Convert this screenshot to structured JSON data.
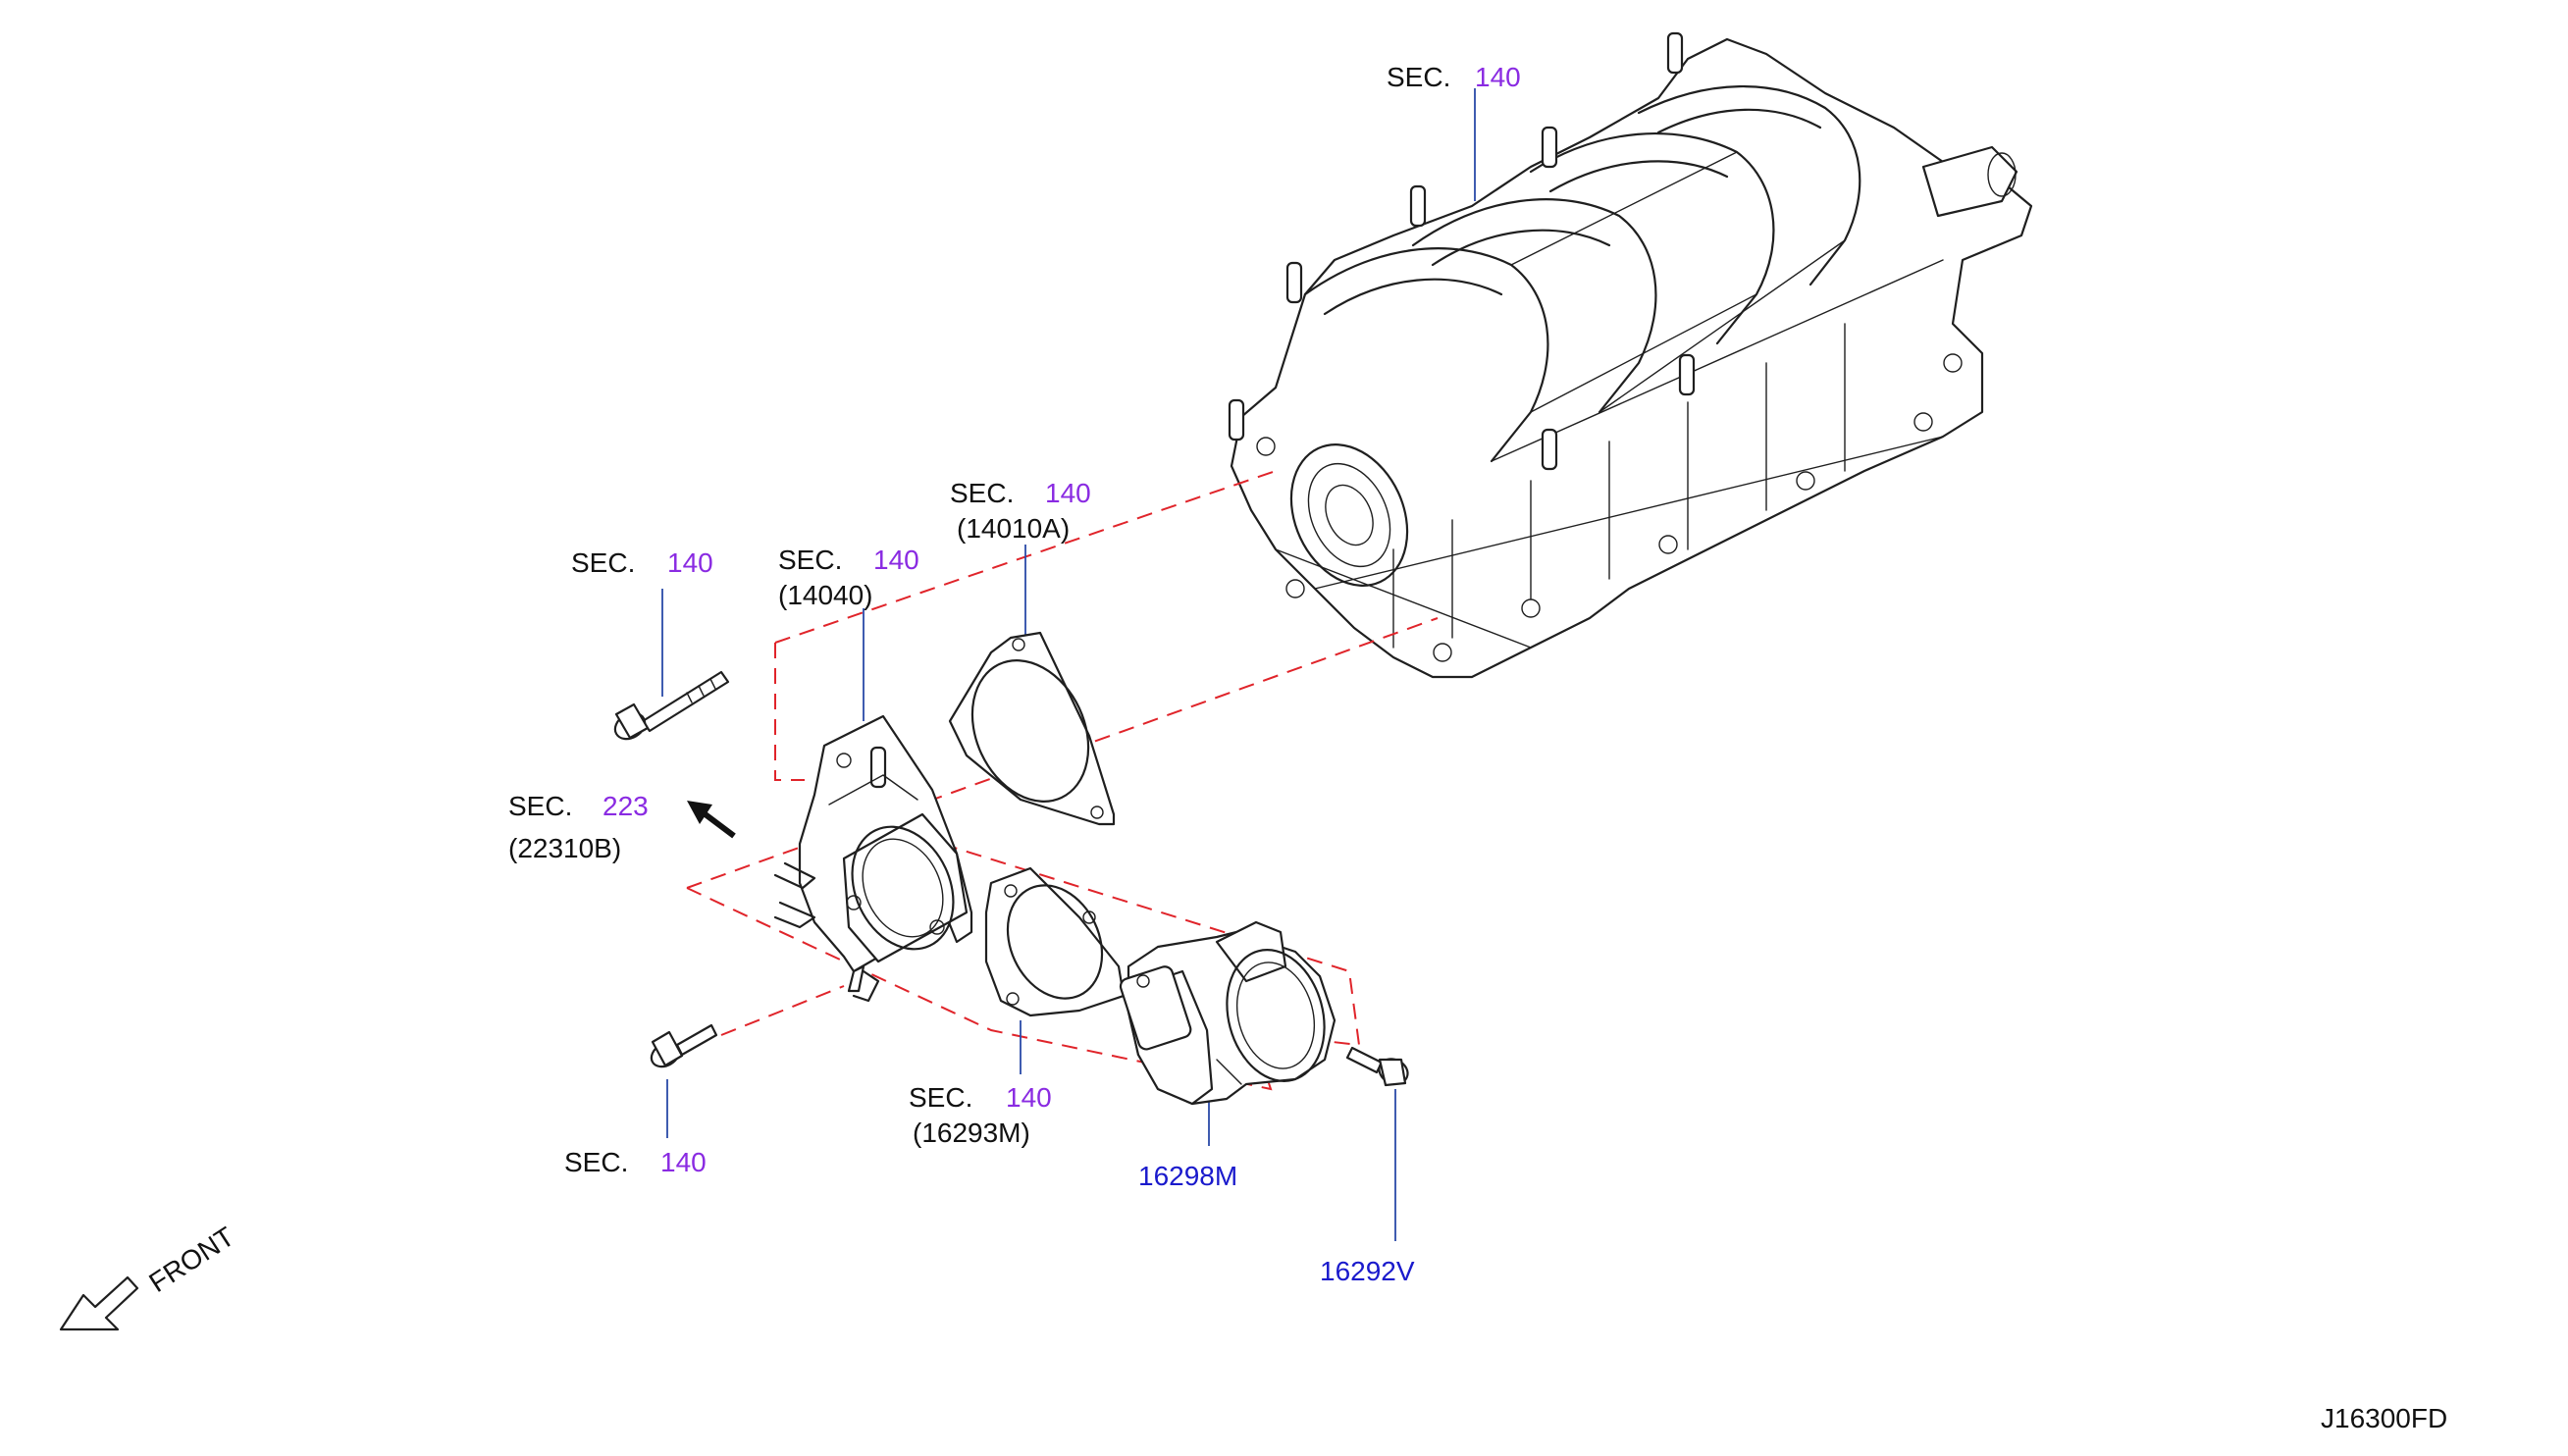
{
  "labels": {
    "manifold_sec": "SEC.",
    "manifold_num": "140",
    "gasket_upper_sec": "SEC.",
    "gasket_upper_num": "140",
    "gasket_upper_part": "(14010A)",
    "adapter_sec": "SEC.",
    "adapter_num": "140",
    "adapter_part": "(14040)",
    "long_bolt_sec": "SEC.",
    "long_bolt_num": "140",
    "sensor_sec": "SEC.",
    "sensor_num": "223",
    "sensor_part": "(22310B)",
    "short_bolt_sec": "SEC.",
    "short_bolt_num": "140",
    "gasket_lower_sec": "SEC.",
    "gasket_lower_num": "140",
    "gasket_lower_part": "(16293M)",
    "throttle_body_part": "16298M",
    "screw_part": "16292V",
    "front": "FRONT",
    "drawing_id": "J16300FD"
  },
  "colors": {
    "text": "#111111",
    "section_ref": "#8a2be2",
    "part_number": "#1a1acc",
    "leader": "#2a4aa8",
    "phantom_line": "#e0242a"
  }
}
